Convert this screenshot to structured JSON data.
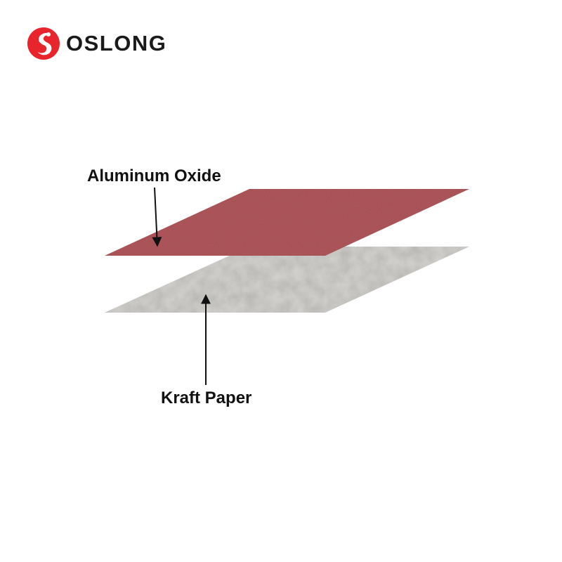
{
  "brand": {
    "name": "OSLONG",
    "logo_color": "#e8252d",
    "text_color": "#1a1a1a"
  },
  "layers": [
    {
      "label": "Aluminum Oxide",
      "color": "#b45a5f"
    },
    {
      "label": "Kraft Paper",
      "color": "#b8b6b1"
    }
  ],
  "arrow_color": "#111111"
}
